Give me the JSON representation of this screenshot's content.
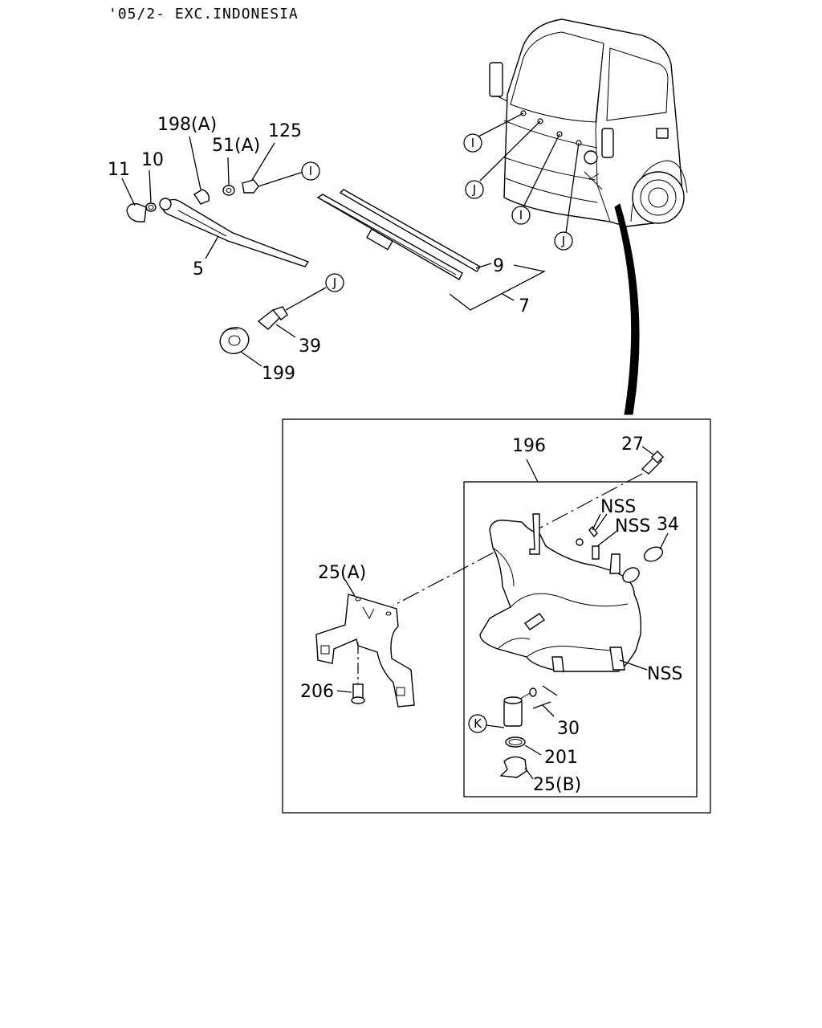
{
  "title": "'05/2- EXC.INDONESIA",
  "callouts": {
    "p11": "11",
    "p10": "10",
    "p198a": "198(A)",
    "p51a": "51(A)",
    "p125": "125",
    "p5": "5",
    "p9": "9",
    "p7": "7",
    "p39": "39",
    "p199": "199",
    "p196": "196",
    "p27": "27",
    "nss1": "NSS",
    "nss2": "NSS",
    "p34": "34",
    "p25a": "25(A)",
    "nss3": "NSS",
    "p206": "206",
    "p30": "30",
    "p201": "201",
    "p25b": "25(B)"
  },
  "refs": {
    "i": "I",
    "j": "J",
    "k": "K"
  }
}
